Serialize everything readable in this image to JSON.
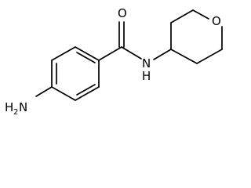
{
  "molecule": {
    "atoms": {
      "carbonyl_oxygen": "O",
      "amide_nitrogen": "N",
      "amide_hydrogen": "H",
      "amine_nitrogen": "N",
      "amine_hydrogen": "H",
      "amine_subscript": "2",
      "ring_oxygen": "O"
    }
  }
}
